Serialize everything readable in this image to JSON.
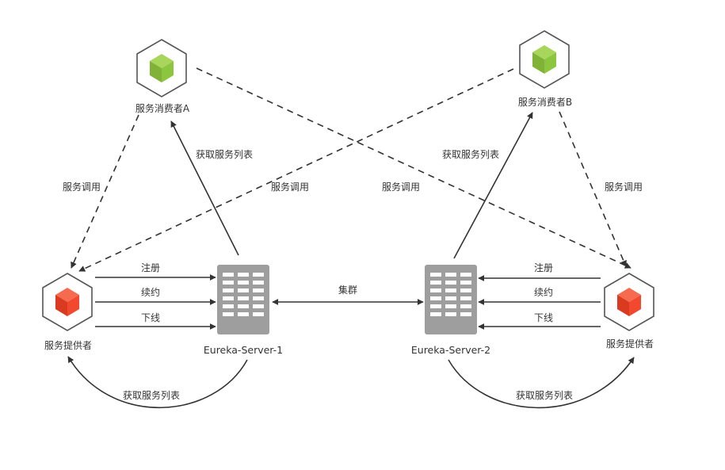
{
  "nodes": {
    "consumer_a": {
      "label": "服务消费者A",
      "icon": "green-cube-hexagon"
    },
    "consumer_b": {
      "label": "服务消费者B",
      "icon": "green-cube-hexagon"
    },
    "provider_left": {
      "label": "服务提供者",
      "icon": "red-cube-hexagon"
    },
    "provider_right": {
      "label": "服务提供者",
      "icon": "red-cube-hexagon"
    },
    "server_1": {
      "label": "Eureka-Server-1",
      "icon": "server-rack"
    },
    "server_2": {
      "label": "Eureka-Server-2",
      "icon": "server-rack"
    }
  },
  "edges": {
    "register_left": "注册",
    "renew_left": "续约",
    "cancel_left": "下线",
    "register_right": "注册",
    "renew_right": "续约",
    "cancel_right": "下线",
    "cluster": "集群",
    "fetch_a": "获取服务列表",
    "fetch_b": "获取服务列表",
    "fetch_left_bottom": "获取服务列表",
    "fetch_right_bottom": "获取服务列表",
    "call_a_left": "服务调用",
    "call_b_left": "服务调用",
    "call_a_right": "服务调用",
    "call_b_right": "服务调用"
  },
  "colors": {
    "line": "#333333",
    "green_cube": "#8cc63f",
    "red_cube": "#f2482d",
    "server": "#9e9e9e",
    "hex_stroke": "#555555"
  }
}
